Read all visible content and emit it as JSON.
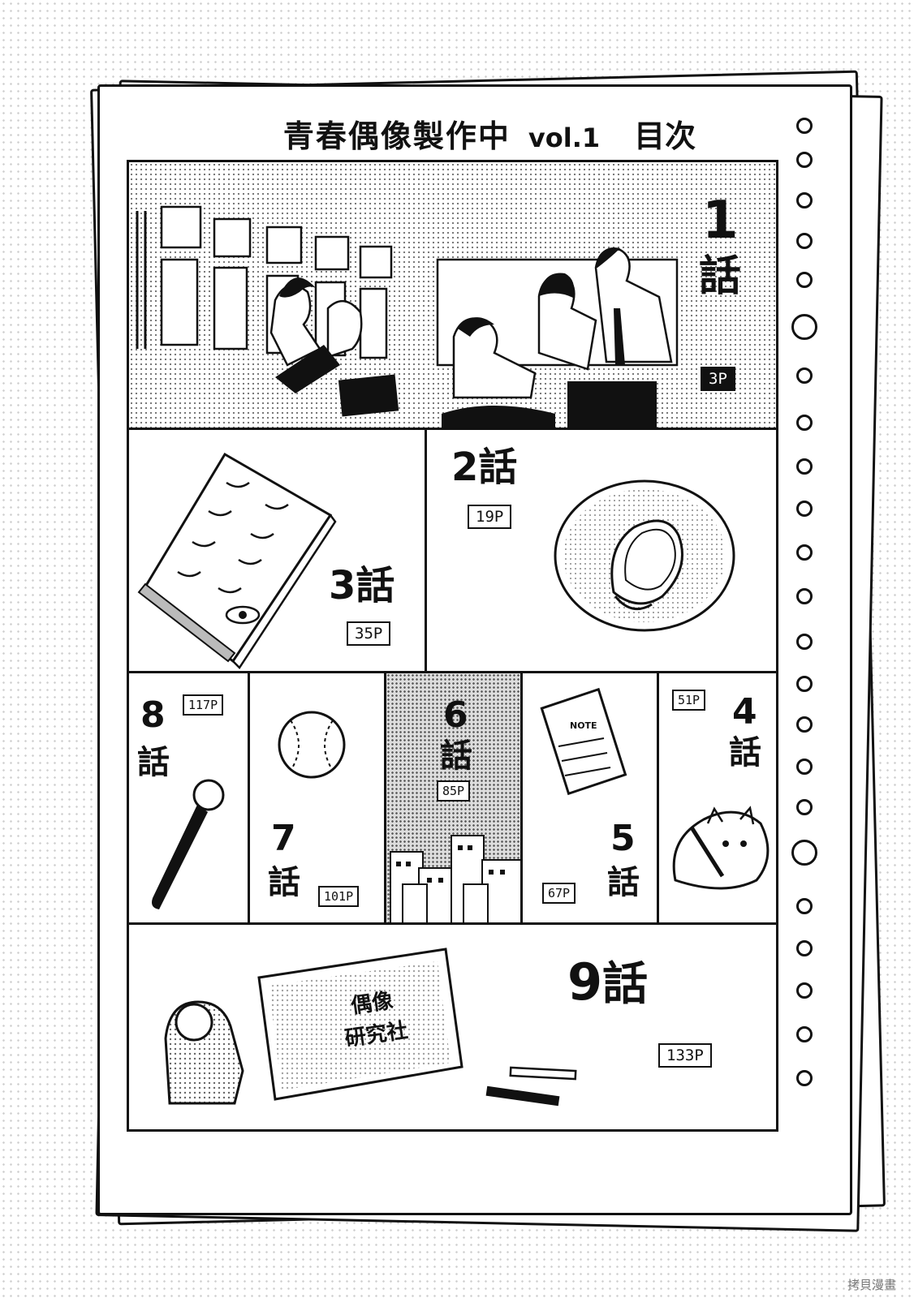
{
  "header": {
    "title": "青春偶像製作中",
    "volume": "vol.1",
    "toc_label": "目次"
  },
  "chapters": [
    {
      "label_num": "1",
      "label_char": "話",
      "page": "3P"
    },
    {
      "label_num": "2",
      "label_char": "話",
      "page": "19P"
    },
    {
      "label_num": "3",
      "label_char": "話",
      "page": "35P"
    },
    {
      "label_num": "4",
      "label_char": "話",
      "page": "51P"
    },
    {
      "label_num": "5",
      "label_char": "話",
      "page": "67P"
    },
    {
      "label_num": "6",
      "label_char": "話",
      "page": "85P"
    },
    {
      "label_num": "7",
      "label_char": "話",
      "page": "101P"
    },
    {
      "label_num": "8",
      "label_char": "話",
      "page": "117P"
    },
    {
      "label_num": "9",
      "label_char": "話",
      "page": "133P"
    }
  ],
  "props": {
    "card_text_line1": "偶像",
    "card_text_line2": "研究社",
    "notebook_label": "NOTE"
  },
  "watermark": "拷貝漫畫"
}
